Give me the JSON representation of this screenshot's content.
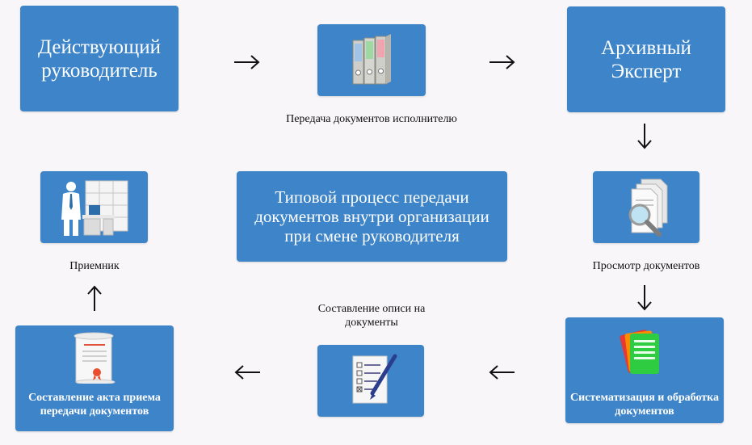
{
  "nodes": {
    "current_manager": "Действующий руководитель",
    "archive_expert": "Архивный Эксперт",
    "title": "Типовой процесс передачи документов внутри организации при смене руководителя",
    "act_of_transfer": "Составление акта приема передачи документов",
    "systematization": "Систематизация и обработка документов"
  },
  "captions": {
    "transfer_to_executor": "Передача документов исполнителю",
    "receiver": "Приемник",
    "review_documents": "Просмотр документов",
    "inventory": "Составление описи на документы"
  },
  "icons": {
    "binders": "binders-icon",
    "office_worker": "office-worker-icon",
    "magnifier_documents": "magnifier-documents-icon",
    "checklist_pen": "checklist-pen-icon",
    "scroll_seal": "scroll-seal-icon",
    "colored_sheets": "colored-sheets-icon"
  },
  "colors": {
    "box": "#3d84c8",
    "background": "#f8f6f8",
    "arrow": "#111111"
  }
}
